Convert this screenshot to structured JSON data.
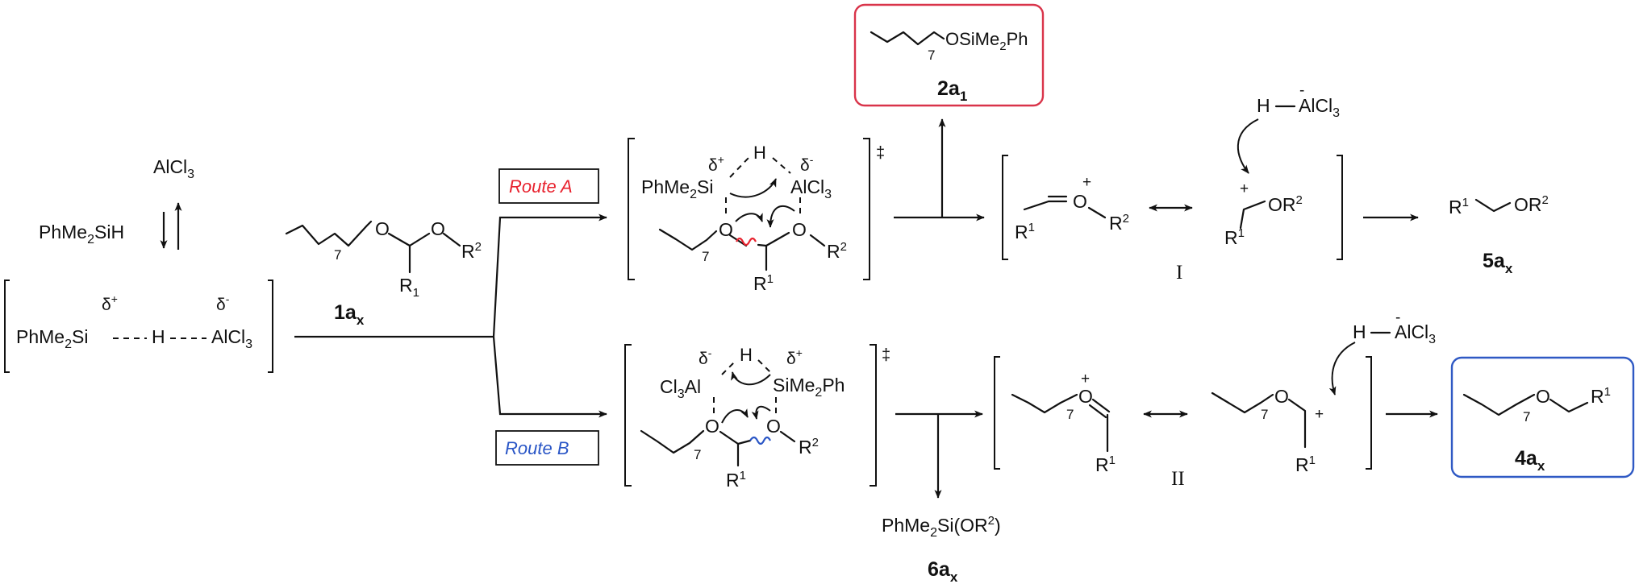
{
  "reagents": {
    "alcl3": "AlCl3",
    "silane": "PhMe2SiH"
  },
  "complex": {
    "delta_plus": "δ+",
    "delta_minus": "δ-",
    "si": "PhMe2Si",
    "h": "H",
    "al": "AlCl3"
  },
  "substrate": {
    "o1": "O",
    "o2": "O",
    "r2": "R2",
    "r1": "R1",
    "chain_n": "7",
    "label": "1ax"
  },
  "route_a": {
    "label": "Route A",
    "label_color": "#e8232f",
    "ts": {
      "delta_plus": "δ+",
      "delta_minus": "δ-",
      "h": "H",
      "si": "PhMe2Si",
      "al": "AlCl3",
      "o_left": "O",
      "o_right": "O",
      "r2": "R2",
      "r1": "R1",
      "chain_n": "7",
      "dagger": "‡",
      "cleave_color": "#e8232f"
    },
    "product_box": {
      "formula": "OSiMe2Ph",
      "chain_n": "7",
      "label": "2a1",
      "border_color": "#d9344a"
    },
    "intermediate": {
      "label": "I",
      "o": "O",
      "plus": "+",
      "r1": "R1",
      "r2": "R2",
      "r1_b": "R1",
      "or2": "OR2",
      "plus_b": "+"
    },
    "hydride": {
      "h": "H",
      "minus": "-",
      "al": "AlCl3"
    },
    "product": {
      "r1": "R1",
      "or2": "OR2",
      "label": "5ax"
    }
  },
  "route_b": {
    "label": "Route B",
    "label_color": "#2a56c6",
    "ts": {
      "delta_minus": "δ-",
      "delta_plus": "δ+",
      "h": "H",
      "al": "Cl3Al",
      "si": "SiMe2Ph",
      "o_left": "O",
      "o_right": "O",
      "r2": "R2",
      "r1": "R1",
      "chain_n": "7",
      "dagger": "‡",
      "cleave_color": "#2a56c6"
    },
    "byproduct": {
      "formula": "PhMe2Si(OR2)",
      "label": "6ax"
    },
    "intermediate": {
      "label": "II",
      "o": "O",
      "plus": "+",
      "r1": "R1",
      "chain_n": "7",
      "o_b": "O",
      "plus_b": "+",
      "r1_b": "R1",
      "chain_n_b": "7"
    },
    "hydride": {
      "h": "H",
      "minus": "-",
      "al": "AlCl3"
    },
    "product_box": {
      "o": "O",
      "r1": "R1",
      "chain_n": "7",
      "label": "4ax",
      "border_color": "#2f59c4"
    }
  }
}
